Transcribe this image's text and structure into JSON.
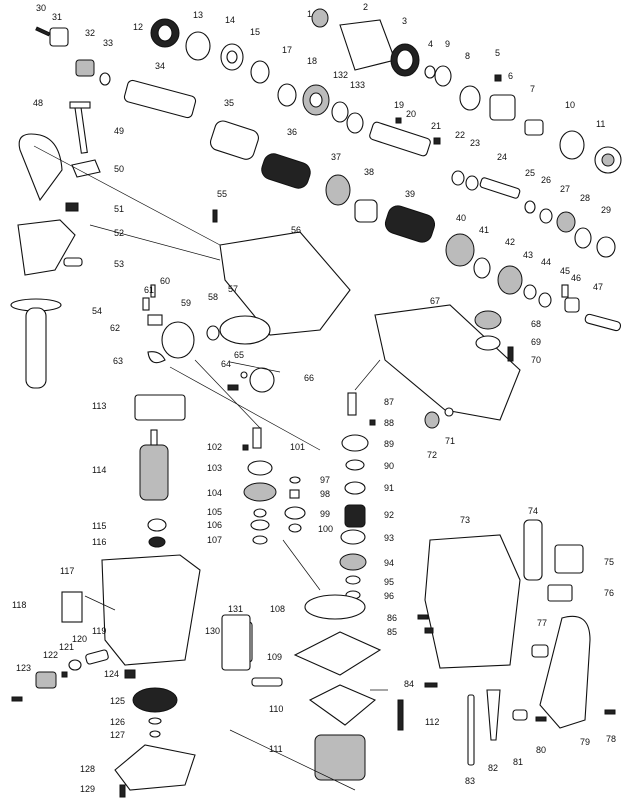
{
  "diagram": {
    "labels": [
      "1",
      "2",
      "3",
      "4",
      "5",
      "6",
      "7",
      "8",
      "9",
      "10",
      "11",
      "12",
      "13",
      "14",
      "15",
      "17",
      "18",
      "19",
      "20",
      "21",
      "22",
      "23",
      "24",
      "25",
      "26",
      "27",
      "28",
      "29",
      "30",
      "31",
      "32",
      "33",
      "34",
      "35",
      "36",
      "37",
      "38",
      "39",
      "40",
      "41",
      "42",
      "43",
      "44",
      "45",
      "46",
      "47",
      "48",
      "49",
      "50",
      "51",
      "52",
      "53",
      "54",
      "55",
      "56",
      "57",
      "58",
      "59",
      "60",
      "61",
      "62",
      "63",
      "64",
      "65",
      "66",
      "67",
      "68",
      "69",
      "70",
      "71",
      "72",
      "73",
      "74",
      "75",
      "76",
      "77",
      "78",
      "79",
      "80",
      "81",
      "82",
      "83",
      "84",
      "85",
      "86",
      "87",
      "88",
      "89",
      "90",
      "91",
      "92",
      "93",
      "94",
      "95",
      "96",
      "97",
      "98",
      "99",
      "100",
      "101",
      "102",
      "103",
      "104",
      "105",
      "106",
      "107",
      "108",
      "109",
      "110",
      "111",
      "112",
      "113",
      "114",
      "115",
      "116",
      "117",
      "118",
      "119",
      "120",
      "121",
      "122",
      "123",
      "124",
      "125",
      "126",
      "127",
      "128",
      "129",
      "130",
      "131",
      "132",
      "133"
    ]
  }
}
